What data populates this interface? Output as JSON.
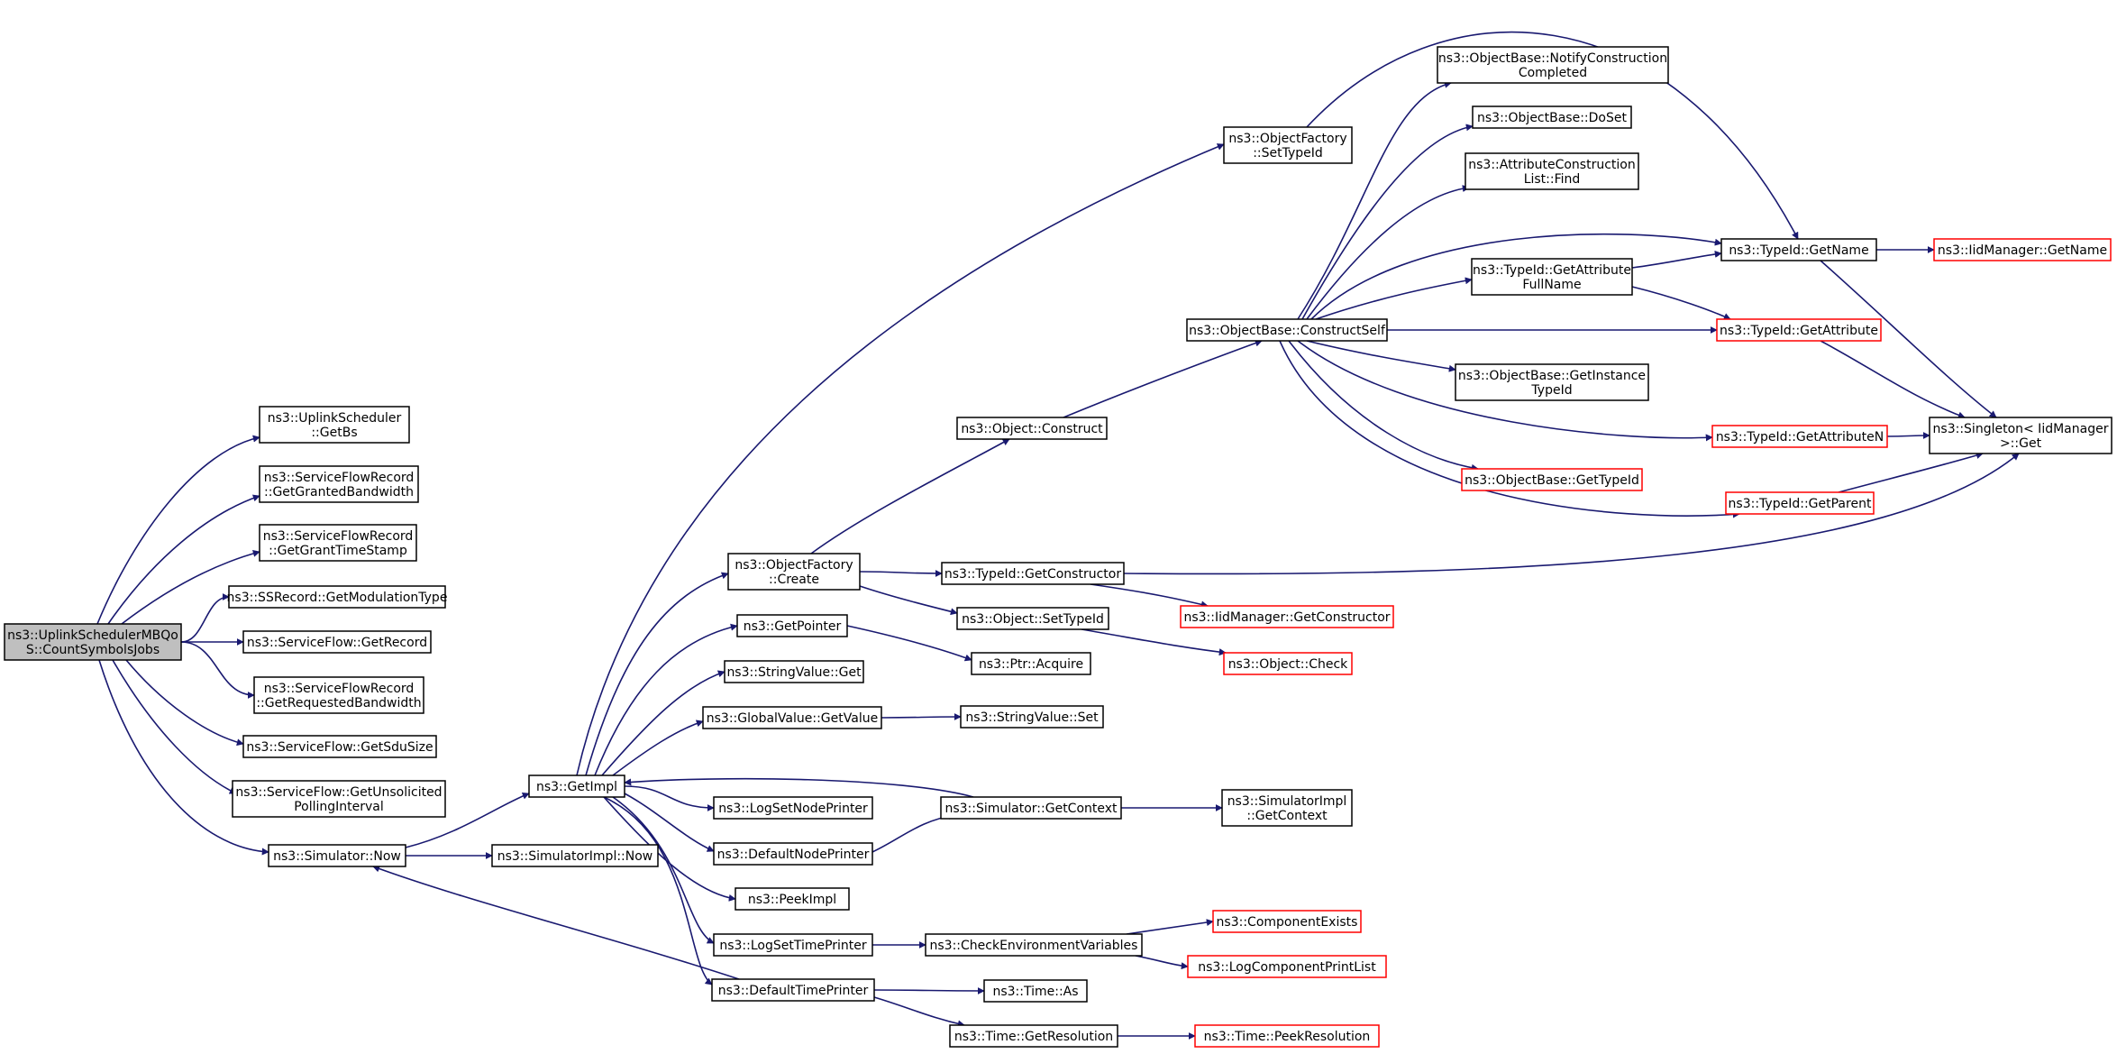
{
  "colors": {
    "edge": "#191970",
    "root_fill": "#bfbfbf",
    "truncated_border": "#ff0000",
    "node_border": "#000000"
  },
  "nodes": {
    "root": [
      "ns3::UplinkSchedulerMBQo",
      "S::CountSymbolsJobs"
    ],
    "uplinkscheduler_getbs": [
      "ns3::UplinkScheduler",
      "::GetBs"
    ],
    "sfr_getgrantedbandwidth": [
      "ns3::ServiceFlowRecord",
      "::GetGrantedBandwidth"
    ],
    "sfr_getgranttimestamp": [
      "ns3::ServiceFlowRecord",
      "::GetGrantTimeStamp"
    ],
    "ssrecord_getmodulationtype": [
      "ns3::SSRecord::GetModulationType"
    ],
    "serviceflow_getrecord": [
      "ns3::ServiceFlow::GetRecord"
    ],
    "sfr_getrequestedbandwidth": [
      "ns3::ServiceFlowRecord",
      "::GetRequestedBandwidth"
    ],
    "serviceflow_getsdusize": [
      "ns3::ServiceFlow::GetSduSize"
    ],
    "serviceflow_getunsolicited": [
      "ns3::ServiceFlow::GetUnsolicited",
      "PollingInterval"
    ],
    "simulator_now": [
      "ns3::Simulator::Now"
    ],
    "getimpl": [
      "ns3::GetImpl"
    ],
    "simulatorimpl_now": [
      "ns3::SimulatorImpl::Now"
    ],
    "objectfactory_settypeid": [
      "ns3::ObjectFactory",
      "::SetTypeId"
    ],
    "objectfactory_create": [
      "ns3::ObjectFactory",
      "::Create"
    ],
    "getpointer": [
      "ns3::GetPointer"
    ],
    "stringvalue_get": [
      "ns3::StringValue::Get"
    ],
    "globalvalue_getvalue": [
      "ns3::GlobalValue::GetValue"
    ],
    "logsetnodeprinter": [
      "ns3::LogSetNodePrinter"
    ],
    "defaultnodeprinter": [
      "ns3::DefaultNodePrinter"
    ],
    "peekimpl": [
      "ns3::PeekImpl"
    ],
    "logsettimeprinter": [
      "ns3::LogSetTimePrinter"
    ],
    "defaulttimeprinter": [
      "ns3::DefaultTimePrinter"
    ],
    "object_construct": [
      "ns3::Object::Construct"
    ],
    "typeid_getconstructor": [
      "ns3::TypeId::GetConstructor"
    ],
    "object_settypeid": [
      "ns3::Object::SetTypeId"
    ],
    "ptr_acquire": [
      "ns3::Ptr::Acquire"
    ],
    "stringvalue_set": [
      "ns3::StringValue::Set"
    ],
    "simulator_getcontext": [
      "ns3::Simulator::GetContext"
    ],
    "checkenvvars": [
      "ns3::CheckEnvironmentVariables"
    ],
    "time_as": [
      "ns3::Time::As"
    ],
    "time_getresolution": [
      "ns3::Time::GetResolution"
    ],
    "objectbase_constructself": [
      "ns3::ObjectBase::ConstructSelf"
    ],
    "iidmanager_getconstructor": [
      "ns3::IidManager::GetConstructor"
    ],
    "object_check": [
      "ns3::Object::Check"
    ],
    "simulatorimpl_getcontext": [
      "ns3::SimulatorImpl",
      "::GetContext"
    ],
    "componentexists": [
      "ns3::ComponentExists"
    ],
    "logcomponentprintlist": [
      "ns3::LogComponentPrintList"
    ],
    "time_peekresolution": [
      "ns3::Time::PeekResolution"
    ],
    "objectbase_notifyconstruction": [
      "ns3::ObjectBase::NotifyConstruction",
      "Completed"
    ],
    "objectbase_doset": [
      "ns3::ObjectBase::DoSet"
    ],
    "attributeconstructionlist_find": [
      "ns3::AttributeConstruction",
      "List::Find"
    ],
    "typeid_getattributefullname": [
      "ns3::TypeId::GetAttribute",
      "FullName"
    ],
    "objectbase_getinstancetypeid": [
      "ns3::ObjectBase::GetInstance",
      "TypeId"
    ],
    "objectbase_gettypeid": [
      "ns3::ObjectBase::GetTypeId"
    ],
    "typeid_getname": [
      "ns3::TypeId::GetName"
    ],
    "typeid_getattribute": [
      "ns3::TypeId::GetAttribute"
    ],
    "typeid_getattributen": [
      "ns3::TypeId::GetAttributeN"
    ],
    "typeid_getparent": [
      "ns3::TypeId::GetParent"
    ],
    "iidmanager_getname": [
      "ns3::IidManager::GetName"
    ],
    "singleton_get": [
      "ns3::Singleton< IidManager",
      ">::Get"
    ]
  }
}
